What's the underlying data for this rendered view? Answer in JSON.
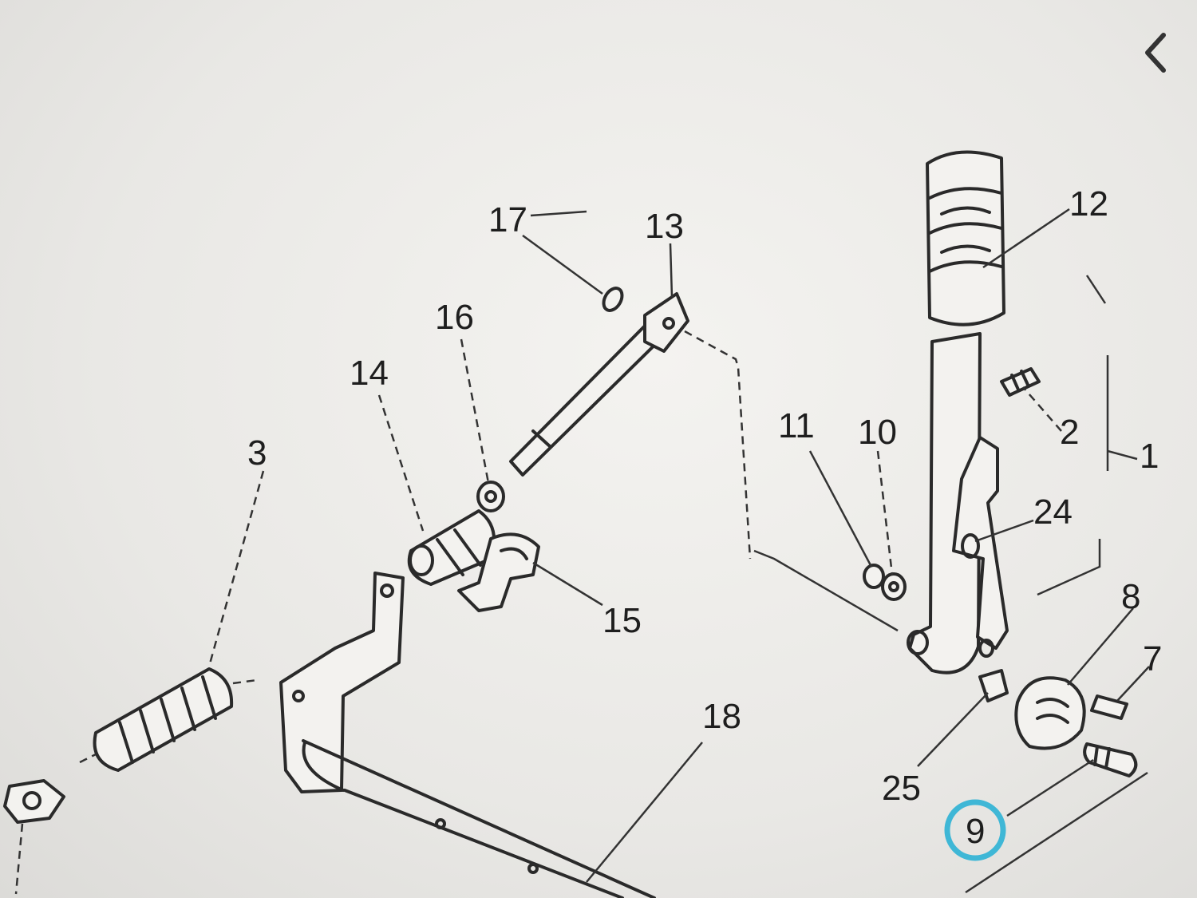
{
  "nav": {
    "back_icon": "chevron-left-icon"
  },
  "callouts": {
    "c1": "1",
    "c2": "2",
    "c3": "3",
    "c7": "7",
    "c8": "8",
    "c9": "9",
    "c10": "10",
    "c11": "11",
    "c12": "12",
    "c13": "13",
    "c14": "14",
    "c15": "15",
    "c16": "16",
    "c17": "17",
    "c18": "18",
    "c24": "24",
    "c25": "25"
  },
  "colors": {
    "highlight": "#3fb7d6",
    "ink": "#2a2a2a",
    "paper": "#f3f2ef"
  }
}
